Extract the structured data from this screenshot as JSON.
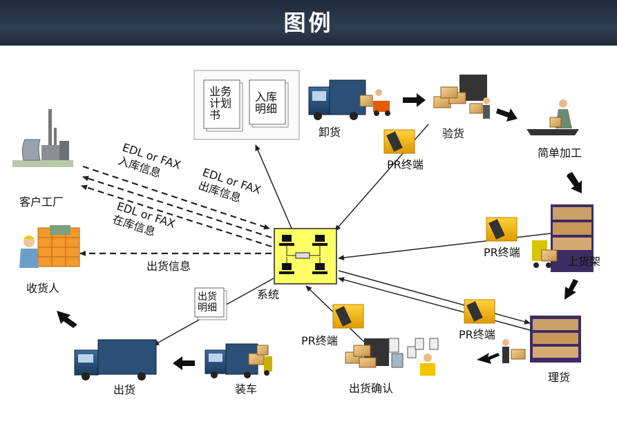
{
  "header": {
    "title": "图例"
  },
  "nodes": {
    "system": "系统",
    "customer_factory": "客户工厂",
    "receiver": "收货人",
    "unload": "卸货",
    "inspect": "验货",
    "processing": "简单加工",
    "shelving": "上货架",
    "sorting": "理货",
    "shipment_confirm": "出货确认",
    "loading": "装车",
    "shipping": "出货"
  },
  "documents": {
    "business_plan": "业务\n计划\n书",
    "inbound_detail": "入库\n明细",
    "outbound_detail": "出货\n明细"
  },
  "terminal_label": "PR终端",
  "edges": {
    "inbound_info": "EDL or FAX\n入库信息",
    "outbound_info": "EDL or FAX\n出库信息",
    "stock_info": "EDL or FAX\n在库信息",
    "shipping_info": "出货信息"
  }
}
